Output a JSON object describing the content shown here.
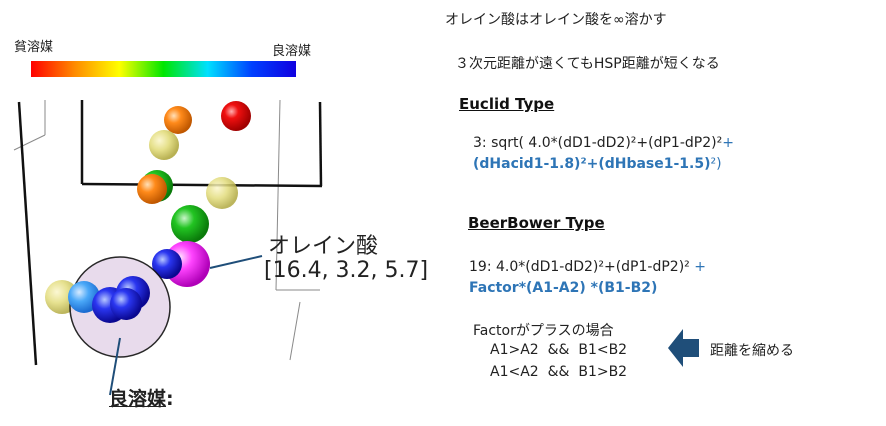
{
  "colorbar": {
    "left_label": "貧溶媒",
    "right_label": "良溶媒"
  },
  "callout": {
    "name": "オレイン酸",
    "hsp": "[16.4, 3.2, 5.7]"
  },
  "good_solvent_label": "良溶媒",
  "good_solvent_colon": ":",
  "headline": "オレイン酸はオレイン酸を∞溶かす",
  "subline": "３次元距離が遠くてもHSP距離が短くなる",
  "euclid": {
    "heading": "Euclid Type",
    "line1": "3: sqrt( 4.0*(dD1-dD2)²+(dP1-dP2)²",
    "line1_plus": "+",
    "line2": "(dHacid1-1.8)²+(dHbase1-1.5)",
    "line2_end": "²)"
  },
  "beerbower": {
    "heading": "BeerBower Type",
    "line1": "19: 4.0*(dD1-dD2)²+(dP1-dP2)²",
    "line1_plus": "+",
    "line2": "Factor*(A1-A2) *(B1-B2)"
  },
  "factor": {
    "title": "Factorがプラスの場合",
    "cond1": "A1>A2  &&  B1<B2",
    "cond2": "A1<A2  &&  B1>B2",
    "arrow_label": "距離を縮める"
  },
  "colors": {
    "accent_blue": "#2E75B6",
    "arrow": "#1F4E79",
    "circle_fill": "#e6d8ea",
    "callout_line": "#1F4E79"
  }
}
